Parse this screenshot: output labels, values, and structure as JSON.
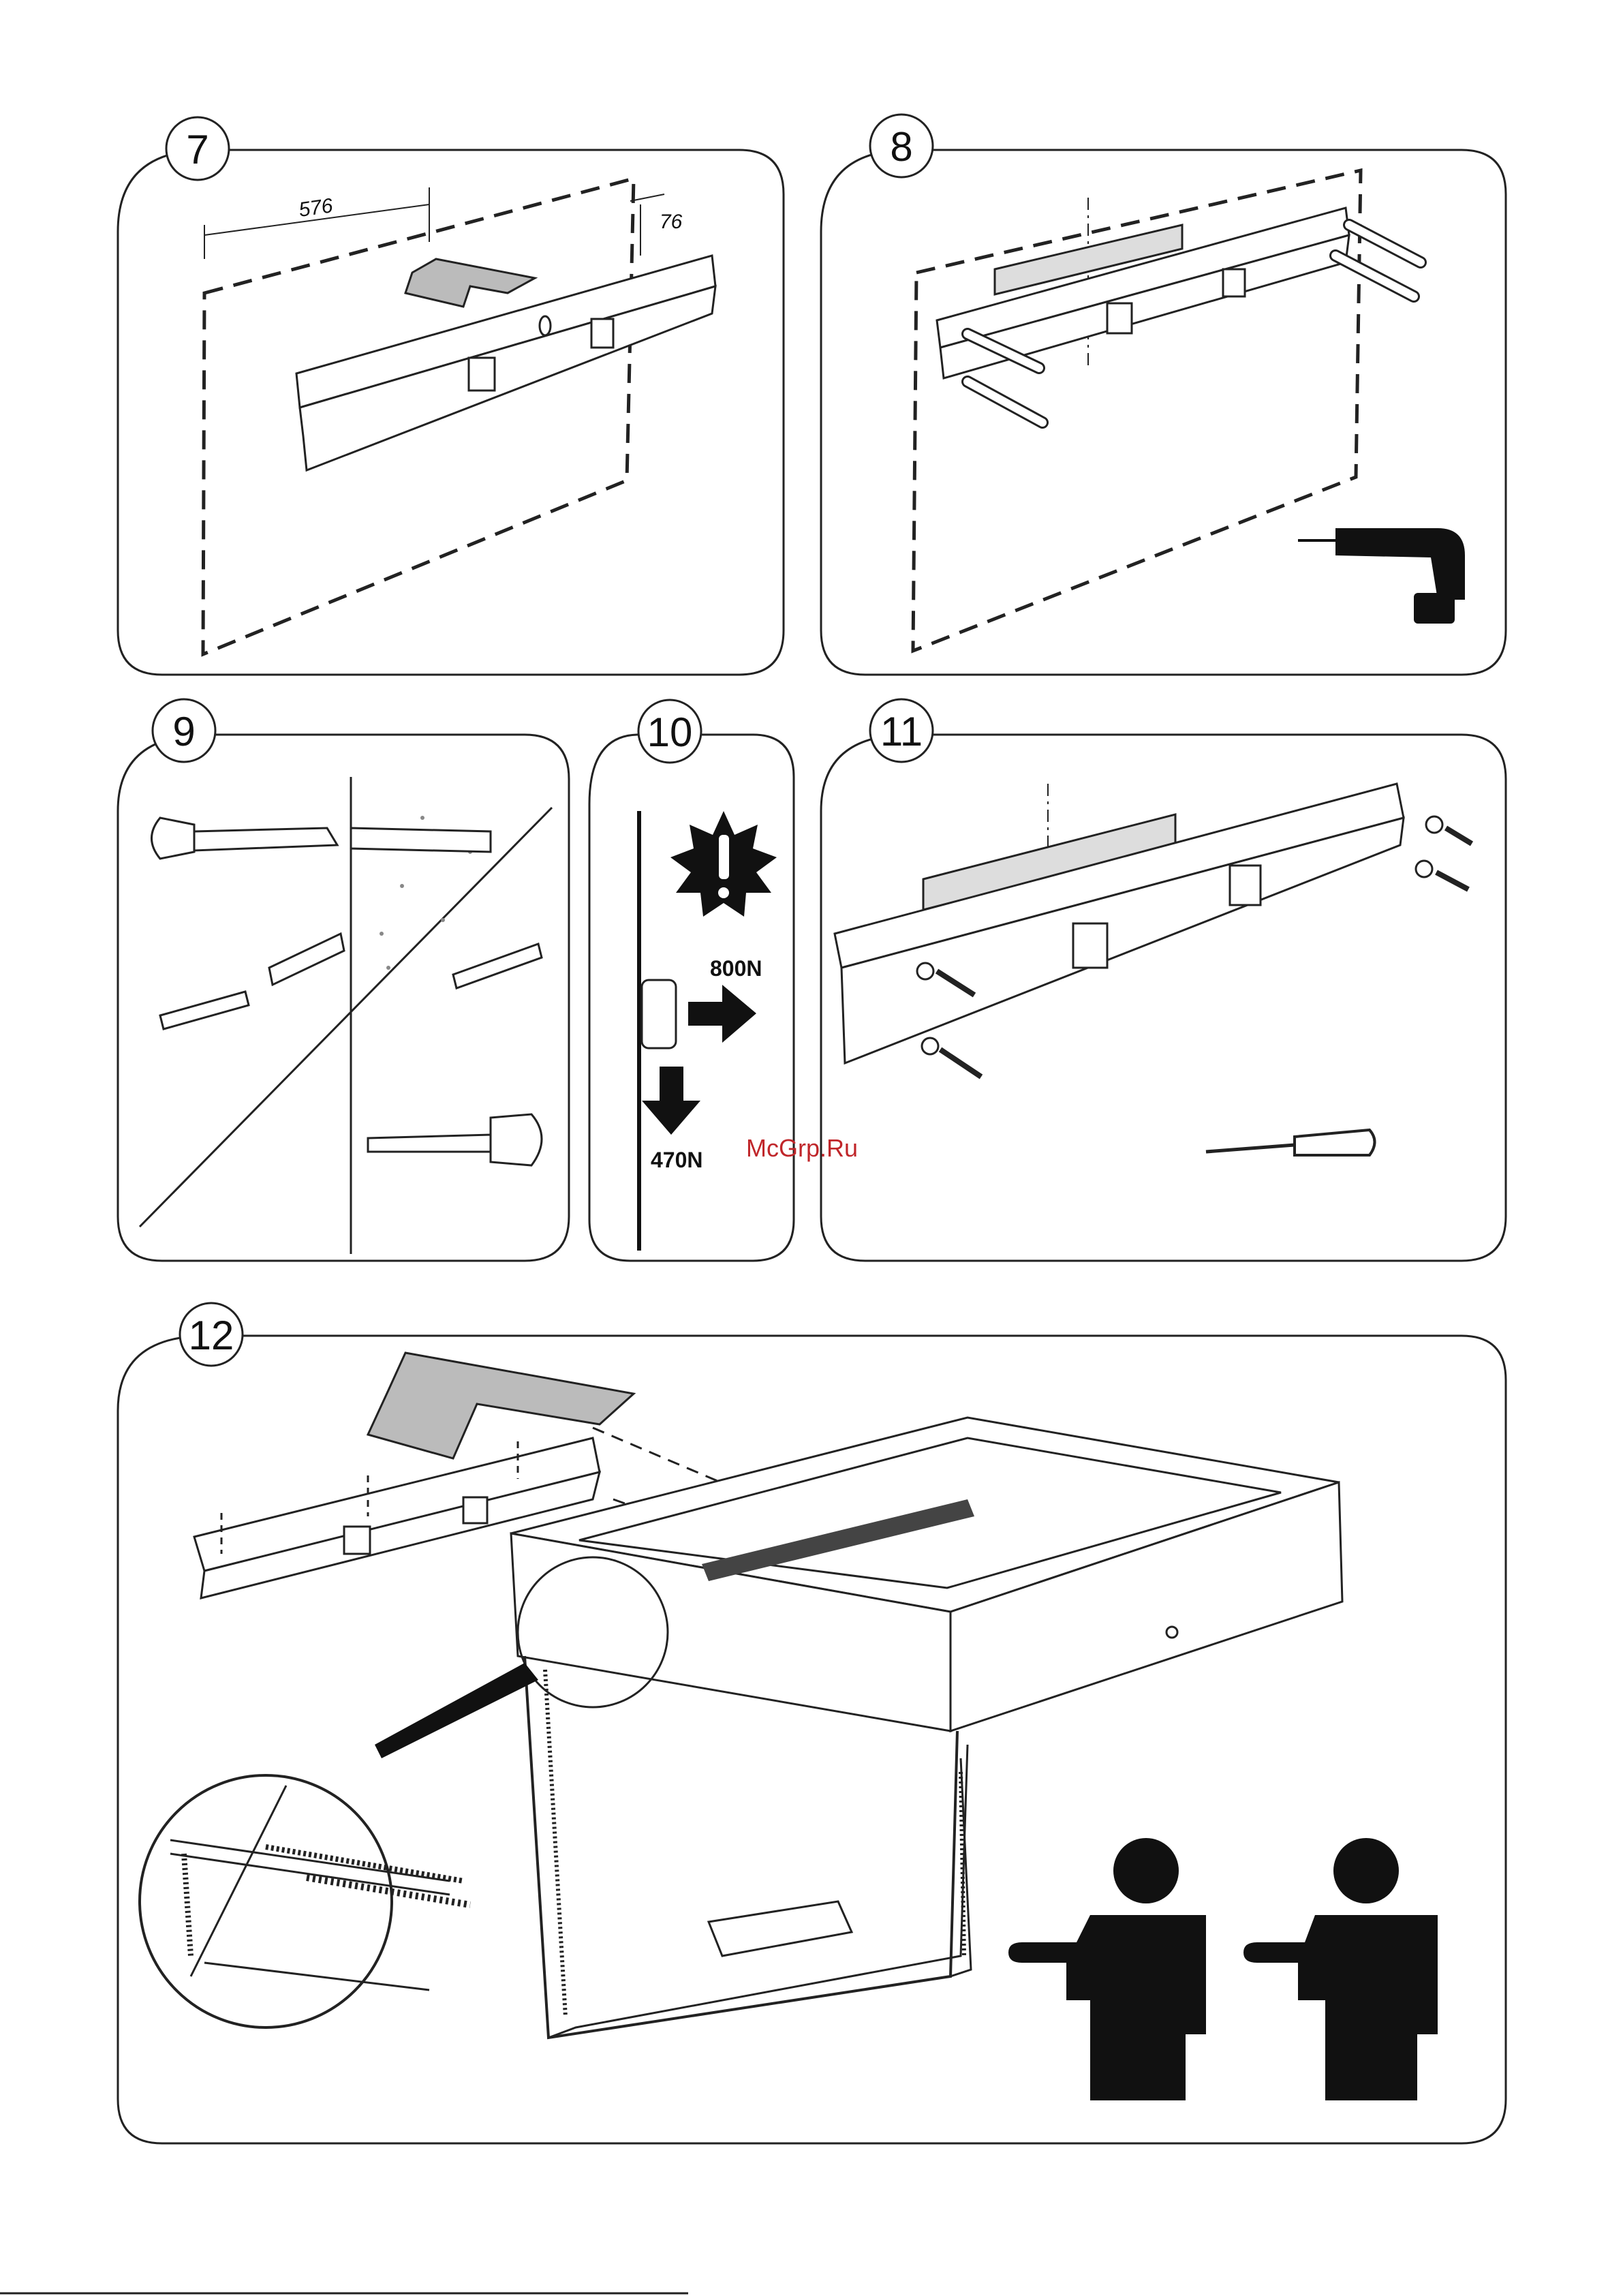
{
  "steps": {
    "s7": {
      "number": "7",
      "dim_width": "576",
      "dim_height": "76"
    },
    "s8": {
      "number": "8"
    },
    "s9": {
      "number": "9"
    },
    "s10": {
      "number": "10",
      "force_horizontal": "800N",
      "force_vertical": "470N"
    },
    "s11": {
      "number": "11"
    },
    "s12": {
      "number": "12"
    }
  },
  "watermark": "McGrp.Ru",
  "icons": [
    "drill-icon",
    "warning-icon",
    "screwdriver-icon",
    "two-person-lift-icon"
  ]
}
